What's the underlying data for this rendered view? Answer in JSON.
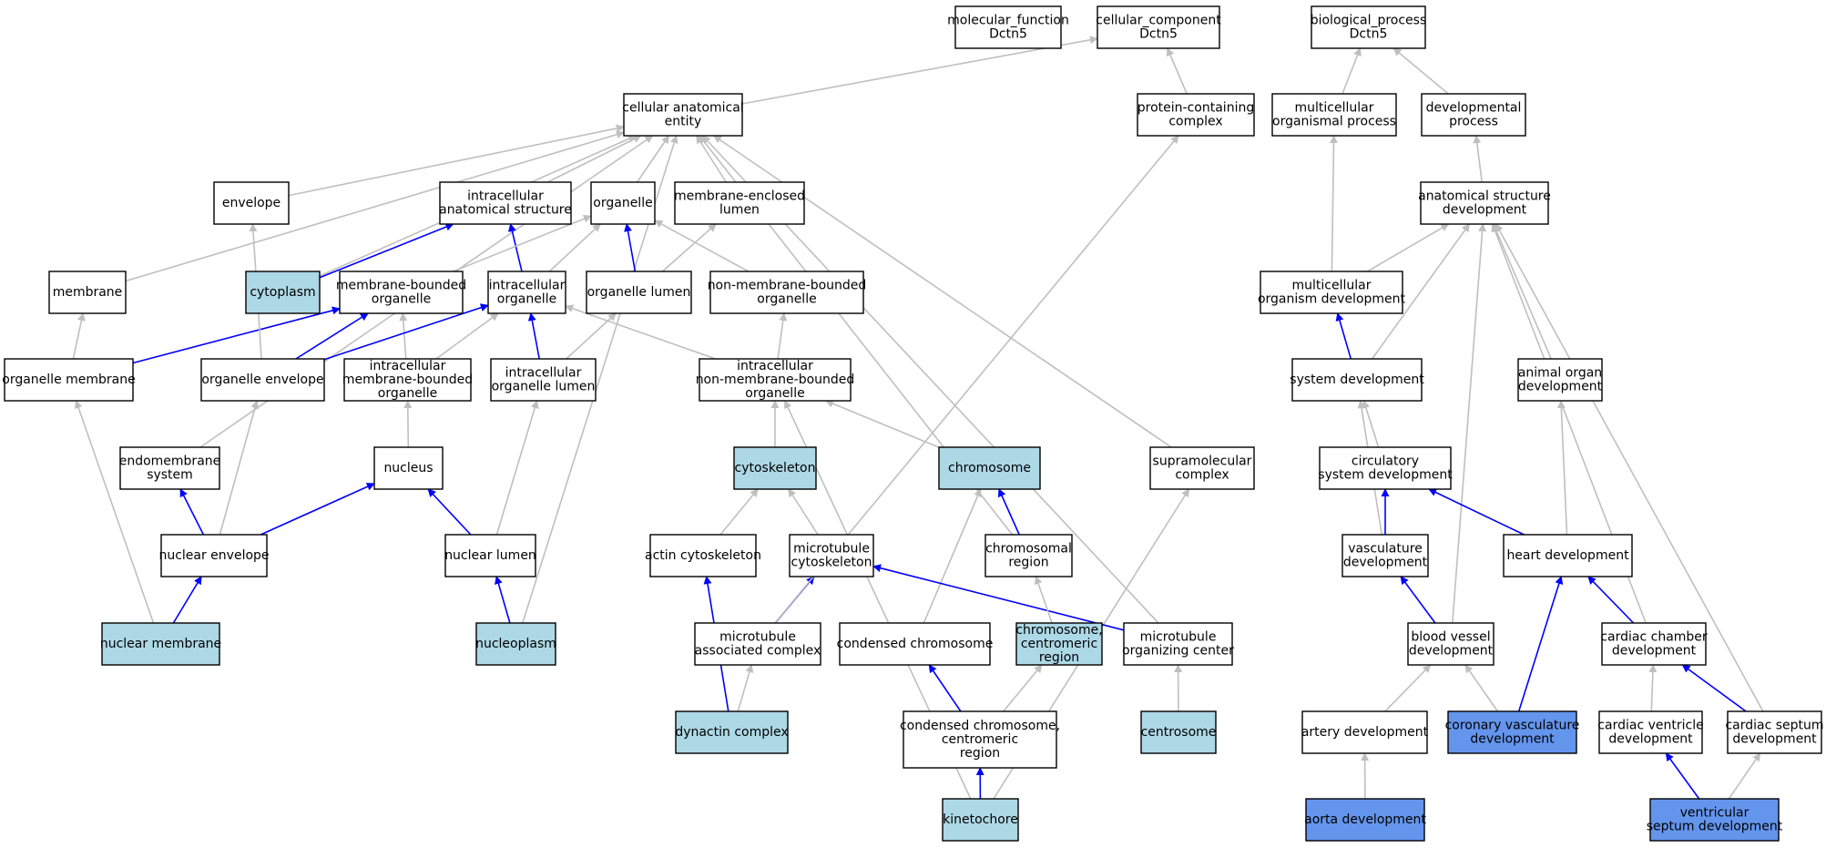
{
  "colors": {
    "plain": "#ffffff",
    "annotated": "#add8e6",
    "highlight": "#6495ed",
    "is_a": "#bfbfbf",
    "part_of": "#0000ff"
  },
  "nodes": [
    {
      "id": "mf",
      "lines": [
        "molecular_function",
        "Dctn5"
      ],
      "style": "plain"
    },
    {
      "id": "cc",
      "lines": [
        "cellular_component",
        "Dctn5"
      ],
      "style": "plain"
    },
    {
      "id": "bp",
      "lines": [
        "biological_process",
        "Dctn5"
      ],
      "style": "plain"
    },
    {
      "id": "cae",
      "lines": [
        "cellular anatomical",
        "entity"
      ],
      "style": "plain"
    },
    {
      "id": "pcc",
      "lines": [
        "protein-containing",
        "complex"
      ],
      "style": "plain"
    },
    {
      "id": "mop",
      "lines": [
        "multicellular",
        "organismal process"
      ],
      "style": "plain"
    },
    {
      "id": "dp",
      "lines": [
        "developmental",
        "process"
      ],
      "style": "plain"
    },
    {
      "id": "env",
      "lines": [
        "envelope"
      ],
      "style": "plain"
    },
    {
      "id": "ias",
      "lines": [
        "intracellular",
        "anatomical structure"
      ],
      "style": "plain"
    },
    {
      "id": "org",
      "lines": [
        "organelle"
      ],
      "style": "plain"
    },
    {
      "id": "mel",
      "lines": [
        "membrane-enclosed",
        "lumen"
      ],
      "style": "plain"
    },
    {
      "id": "asd",
      "lines": [
        "anatomical structure",
        "development"
      ],
      "style": "plain"
    },
    {
      "id": "mem",
      "lines": [
        "membrane"
      ],
      "style": "plain"
    },
    {
      "id": "cyto",
      "lines": [
        "cytoplasm"
      ],
      "style": "annotated"
    },
    {
      "id": "mbo",
      "lines": [
        "membrane-bounded",
        "organelle"
      ],
      "style": "plain"
    },
    {
      "id": "io",
      "lines": [
        "intracellular",
        "organelle"
      ],
      "style": "plain"
    },
    {
      "id": "ol",
      "lines": [
        "organelle lumen"
      ],
      "style": "plain"
    },
    {
      "id": "nmbo",
      "lines": [
        "non-membrane-bounded",
        "organelle"
      ],
      "style": "plain"
    },
    {
      "id": "mod",
      "lines": [
        "multicellular",
        "organism development"
      ],
      "style": "plain"
    },
    {
      "id": "om",
      "lines": [
        "organelle membrane"
      ],
      "style": "plain"
    },
    {
      "id": "oe",
      "lines": [
        "organelle envelope"
      ],
      "style": "plain"
    },
    {
      "id": "imbo",
      "lines": [
        "intracellular",
        "membrane-bounded",
        "organelle"
      ],
      "style": "plain"
    },
    {
      "id": "iol",
      "lines": [
        "intracellular",
        "organelle lumen"
      ],
      "style": "plain"
    },
    {
      "id": "inmbo",
      "lines": [
        "intracellular",
        "non-membrane-bounded",
        "organelle"
      ],
      "style": "plain"
    },
    {
      "id": "sd",
      "lines": [
        "system development"
      ],
      "style": "plain"
    },
    {
      "id": "aod",
      "lines": [
        "animal organ",
        "development"
      ],
      "style": "plain"
    },
    {
      "id": "es",
      "lines": [
        "endomembrane",
        "system"
      ],
      "style": "plain"
    },
    {
      "id": "nuc",
      "lines": [
        "nucleus"
      ],
      "style": "plain"
    },
    {
      "id": "csk",
      "lines": [
        "cytoskeleton"
      ],
      "style": "annotated"
    },
    {
      "id": "chr",
      "lines": [
        "chromosome"
      ],
      "style": "annotated"
    },
    {
      "id": "smc",
      "lines": [
        "supramolecular",
        "complex"
      ],
      "style": "plain"
    },
    {
      "id": "csd",
      "lines": [
        "circulatory",
        "system development"
      ],
      "style": "plain"
    },
    {
      "id": "ne",
      "lines": [
        "nuclear envelope"
      ],
      "style": "plain"
    },
    {
      "id": "nl",
      "lines": [
        "nuclear lumen"
      ],
      "style": "plain"
    },
    {
      "id": "acs",
      "lines": [
        "actin cytoskeleton"
      ],
      "style": "plain"
    },
    {
      "id": "mtc",
      "lines": [
        "microtubule",
        "cytoskeleton"
      ],
      "style": "plain"
    },
    {
      "id": "chrr",
      "lines": [
        "chromosomal",
        "region"
      ],
      "style": "plain"
    },
    {
      "id": "vd",
      "lines": [
        "vasculature",
        "development"
      ],
      "style": "plain"
    },
    {
      "id": "hd",
      "lines": [
        "heart development"
      ],
      "style": "plain"
    },
    {
      "id": "nm",
      "lines": [
        "nuclear membrane"
      ],
      "style": "annotated"
    },
    {
      "id": "np",
      "lines": [
        "nucleoplasm"
      ],
      "style": "annotated"
    },
    {
      "id": "mac",
      "lines": [
        "microtubule",
        "associated complex"
      ],
      "style": "plain"
    },
    {
      "id": "cchr",
      "lines": [
        "condensed chromosome"
      ],
      "style": "plain"
    },
    {
      "id": "ccr",
      "lines": [
        "chromosome,",
        "centromeric",
        "region"
      ],
      "style": "annotated"
    },
    {
      "id": "moc",
      "lines": [
        "microtubule",
        "organizing center"
      ],
      "style": "plain"
    },
    {
      "id": "bvd",
      "lines": [
        "blood vessel",
        "development"
      ],
      "style": "plain"
    },
    {
      "id": "ccd",
      "lines": [
        "cardiac chamber",
        "development"
      ],
      "style": "plain"
    },
    {
      "id": "dc",
      "lines": [
        "dynactin complex"
      ],
      "style": "annotated"
    },
    {
      "id": "cccr",
      "lines": [
        "condensed chromosome,",
        "centromeric",
        "region"
      ],
      "style": "plain"
    },
    {
      "id": "cs",
      "lines": [
        "centrosome"
      ],
      "style": "annotated"
    },
    {
      "id": "ad",
      "lines": [
        "artery development"
      ],
      "style": "plain"
    },
    {
      "id": "cvd",
      "lines": [
        "coronary vasculature",
        "development"
      ],
      "style": "highlight"
    },
    {
      "id": "cvend",
      "lines": [
        "cardiac ventricle",
        "development"
      ],
      "style": "plain"
    },
    {
      "id": "csepd",
      "lines": [
        "cardiac septum",
        "development"
      ],
      "style": "plain"
    },
    {
      "id": "kin",
      "lines": [
        "kinetochore"
      ],
      "style": "annotated"
    },
    {
      "id": "aod2",
      "lines": [
        "aorta development"
      ],
      "style": "highlight"
    },
    {
      "id": "vsd",
      "lines": [
        "ventricular",
        "septum development"
      ],
      "style": "highlight"
    }
  ],
  "edges": [
    {
      "from": "cae",
      "to": "cc",
      "type": "is_a"
    },
    {
      "from": "pcc",
      "to": "cc",
      "type": "is_a"
    },
    {
      "from": "mop",
      "to": "bp",
      "type": "is_a"
    },
    {
      "from": "dp",
      "to": "bp",
      "type": "is_a"
    },
    {
      "from": "env",
      "to": "cae",
      "type": "is_a"
    },
    {
      "from": "ias",
      "to": "cae",
      "type": "is_a"
    },
    {
      "from": "org",
      "to": "cae",
      "type": "is_a"
    },
    {
      "from": "mel",
      "to": "cae",
      "type": "is_a"
    },
    {
      "from": "mem",
      "to": "cae",
      "type": "is_a"
    },
    {
      "from": "cyto",
      "to": "cae",
      "type": "is_a"
    },
    {
      "from": "es",
      "to": "cae",
      "type": "is_a"
    },
    {
      "from": "np",
      "to": "cae",
      "type": "is_a"
    },
    {
      "from": "chrr",
      "to": "cae",
      "type": "is_a"
    },
    {
      "from": "moc",
      "to": "cae",
      "type": "is_a"
    },
    {
      "from": "smc",
      "to": "cae",
      "type": "is_a"
    },
    {
      "from": "cyto",
      "to": "ias",
      "type": "part_of"
    },
    {
      "from": "io",
      "to": "ias",
      "type": "part_of"
    },
    {
      "from": "ol",
      "to": "org",
      "type": "part_of"
    },
    {
      "from": "mbo",
      "to": "org",
      "type": "is_a"
    },
    {
      "from": "io",
      "to": "org",
      "type": "is_a"
    },
    {
      "from": "nmbo",
      "to": "org",
      "type": "is_a"
    },
    {
      "from": "ol",
      "to": "mel",
      "type": "is_a"
    },
    {
      "from": "asd",
      "to": "dp",
      "type": "is_a"
    },
    {
      "from": "mod",
      "to": "mop",
      "type": "is_a"
    },
    {
      "from": "mod",
      "to": "asd",
      "type": "is_a"
    },
    {
      "from": "sd",
      "to": "asd",
      "type": "is_a"
    },
    {
      "from": "aod",
      "to": "asd",
      "type": "is_a"
    },
    {
      "from": "bvd",
      "to": "asd",
      "type": "is_a"
    },
    {
      "from": "ccd",
      "to": "asd",
      "type": "is_a"
    },
    {
      "from": "csepd",
      "to": "asd",
      "type": "is_a"
    },
    {
      "from": "om",
      "to": "mem",
      "type": "is_a"
    },
    {
      "from": "om",
      "to": "mbo",
      "type": "part_of"
    },
    {
      "from": "oe",
      "to": "mbo",
      "type": "part_of"
    },
    {
      "from": "imbo",
      "to": "mbo",
      "type": "is_a"
    },
    {
      "from": "oe",
      "to": "io",
      "type": "part_of"
    },
    {
      "from": "imbo",
      "to": "io",
      "type": "is_a"
    },
    {
      "from": "iol",
      "to": "io",
      "type": "part_of"
    },
    {
      "from": "inmbo",
      "to": "io",
      "type": "is_a"
    },
    {
      "from": "iol",
      "to": "ol",
      "type": "is_a"
    },
    {
      "from": "inmbo",
      "to": "nmbo",
      "type": "is_a"
    },
    {
      "from": "oe",
      "to": "env",
      "type": "is_a"
    },
    {
      "from": "sd",
      "to": "mod",
      "type": "part_of"
    },
    {
      "from": "nm",
      "to": "om",
      "type": "is_a"
    },
    {
      "from": "ne",
      "to": "oe",
      "type": "is_a"
    },
    {
      "from": "nuc",
      "to": "imbo",
      "type": "is_a"
    },
    {
      "from": "nl",
      "to": "iol",
      "type": "is_a"
    },
    {
      "from": "csk",
      "to": "inmbo",
      "type": "is_a"
    },
    {
      "from": "chr",
      "to": "inmbo",
      "type": "is_a"
    },
    {
      "from": "kin",
      "to": "inmbo",
      "type": "is_a"
    },
    {
      "from": "csd",
      "to": "sd",
      "type": "is_a"
    },
    {
      "from": "vd",
      "to": "sd",
      "type": "is_a"
    },
    {
      "from": "hd",
      "to": "aod",
      "type": "is_a"
    },
    {
      "from": "ne",
      "to": "es",
      "type": "part_of"
    },
    {
      "from": "ne",
      "to": "nuc",
      "type": "part_of"
    },
    {
      "from": "nl",
      "to": "nuc",
      "type": "part_of"
    },
    {
      "from": "acs",
      "to": "csk",
      "type": "is_a"
    },
    {
      "from": "mtc",
      "to": "csk",
      "type": "is_a"
    },
    {
      "from": "chrr",
      "to": "chr",
      "type": "part_of"
    },
    {
      "from": "cchr",
      "to": "chr",
      "type": "is_a"
    },
    {
      "from": "kin",
      "to": "smc",
      "type": "is_a"
    },
    {
      "from": "vd",
      "to": "csd",
      "type": "part_of"
    },
    {
      "from": "hd",
      "to": "csd",
      "type": "part_of"
    },
    {
      "from": "nm",
      "to": "ne",
      "type": "part_of"
    },
    {
      "from": "np",
      "to": "nl",
      "type": "part_of"
    },
    {
      "from": "mac",
      "to": "mtc",
      "type": "part_of"
    },
    {
      "from": "moc",
      "to": "mtc",
      "type": "part_of"
    },
    {
      "from": "dc",
      "to": "acs",
      "type": "part_of"
    },
    {
      "from": "mac",
      "to": "pcc",
      "type": "is_a"
    },
    {
      "from": "ccr",
      "to": "chrr",
      "type": "is_a"
    },
    {
      "from": "bvd",
      "to": "vd",
      "type": "part_of"
    },
    {
      "from": "cvd",
      "to": "hd",
      "type": "part_of"
    },
    {
      "from": "ccd",
      "to": "hd",
      "type": "part_of"
    },
    {
      "from": "dc",
      "to": "mac",
      "type": "is_a"
    },
    {
      "from": "cccr",
      "to": "cchr",
      "type": "part_of"
    },
    {
      "from": "cccr",
      "to": "ccr",
      "type": "is_a"
    },
    {
      "from": "cs",
      "to": "moc",
      "type": "is_a"
    },
    {
      "from": "ad",
      "to": "bvd",
      "type": "is_a"
    },
    {
      "from": "cvd",
      "to": "bvd",
      "type": "is_a"
    },
    {
      "from": "cvend",
      "to": "ccd",
      "type": "is_a"
    },
    {
      "from": "csepd",
      "to": "ccd",
      "type": "part_of"
    },
    {
      "from": "kin",
      "to": "cccr",
      "type": "part_of"
    },
    {
      "from": "aod2",
      "to": "ad",
      "type": "is_a"
    },
    {
      "from": "vsd",
      "to": "cvend",
      "type": "part_of"
    },
    {
      "from": "vsd",
      "to": "csepd",
      "type": "is_a"
    }
  ]
}
